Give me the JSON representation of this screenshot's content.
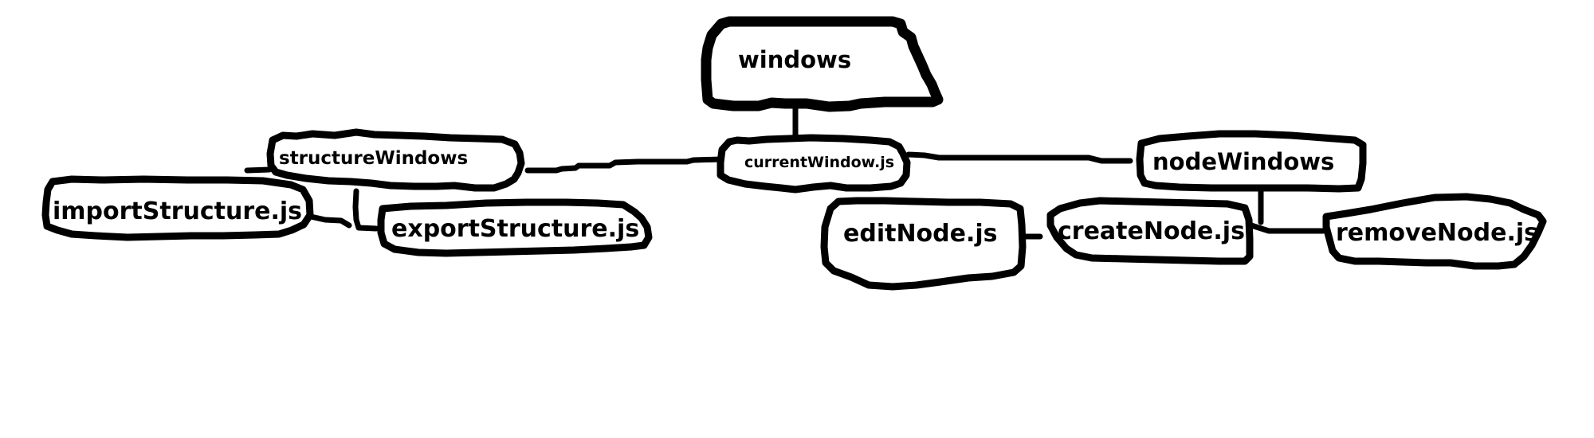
{
  "diagram": {
    "nodes": {
      "windows": "windows",
      "current_window": "currentWindow.js",
      "structure_windows": "structureWindows",
      "import_structure": "importStructure.js",
      "export_structure": "exportStructure.js",
      "node_windows": "nodeWindows",
      "edit_node": "editNode.js",
      "create_node": "createNode.js",
      "remove_node": "removeNode.js"
    }
  }
}
